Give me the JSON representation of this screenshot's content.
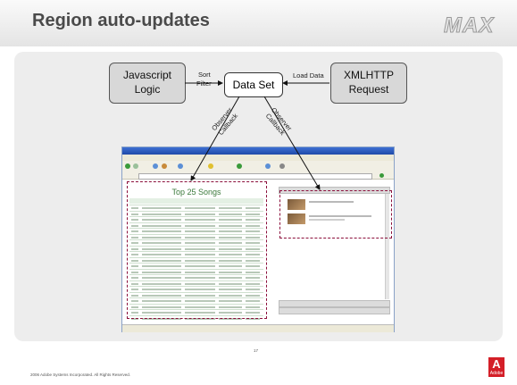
{
  "slide": {
    "title": "Region auto-updates",
    "logo_text": "MAX",
    "page_number": "17",
    "footer": "2006 Adobe Systems Incorporated. All Rights Reserved.",
    "adobe_logo": "Adobe",
    "adobe_letter": "A"
  },
  "diagram": {
    "nodes": {
      "javascript": "Javascript\nLogic",
      "dataset": "Data Set",
      "xmlhttp": "XMLHTTP\nRequest"
    },
    "edges": {
      "sort": "Sort",
      "filter": "Filter",
      "load_data": "Load Data",
      "observer_left": "Observer",
      "callback_left": "Callback",
      "observer_right": "Observer",
      "callback_right": "Callback"
    }
  },
  "browser": {
    "panel_title": "Top 25 Songs",
    "song_rows": 20
  },
  "colors": {
    "dashed_region": "#8b0f3b",
    "node_fill": "#d8d8d8",
    "panel": "#ededed",
    "adobe_red": "#d41f28",
    "browser_title": "#1f4aa8"
  }
}
